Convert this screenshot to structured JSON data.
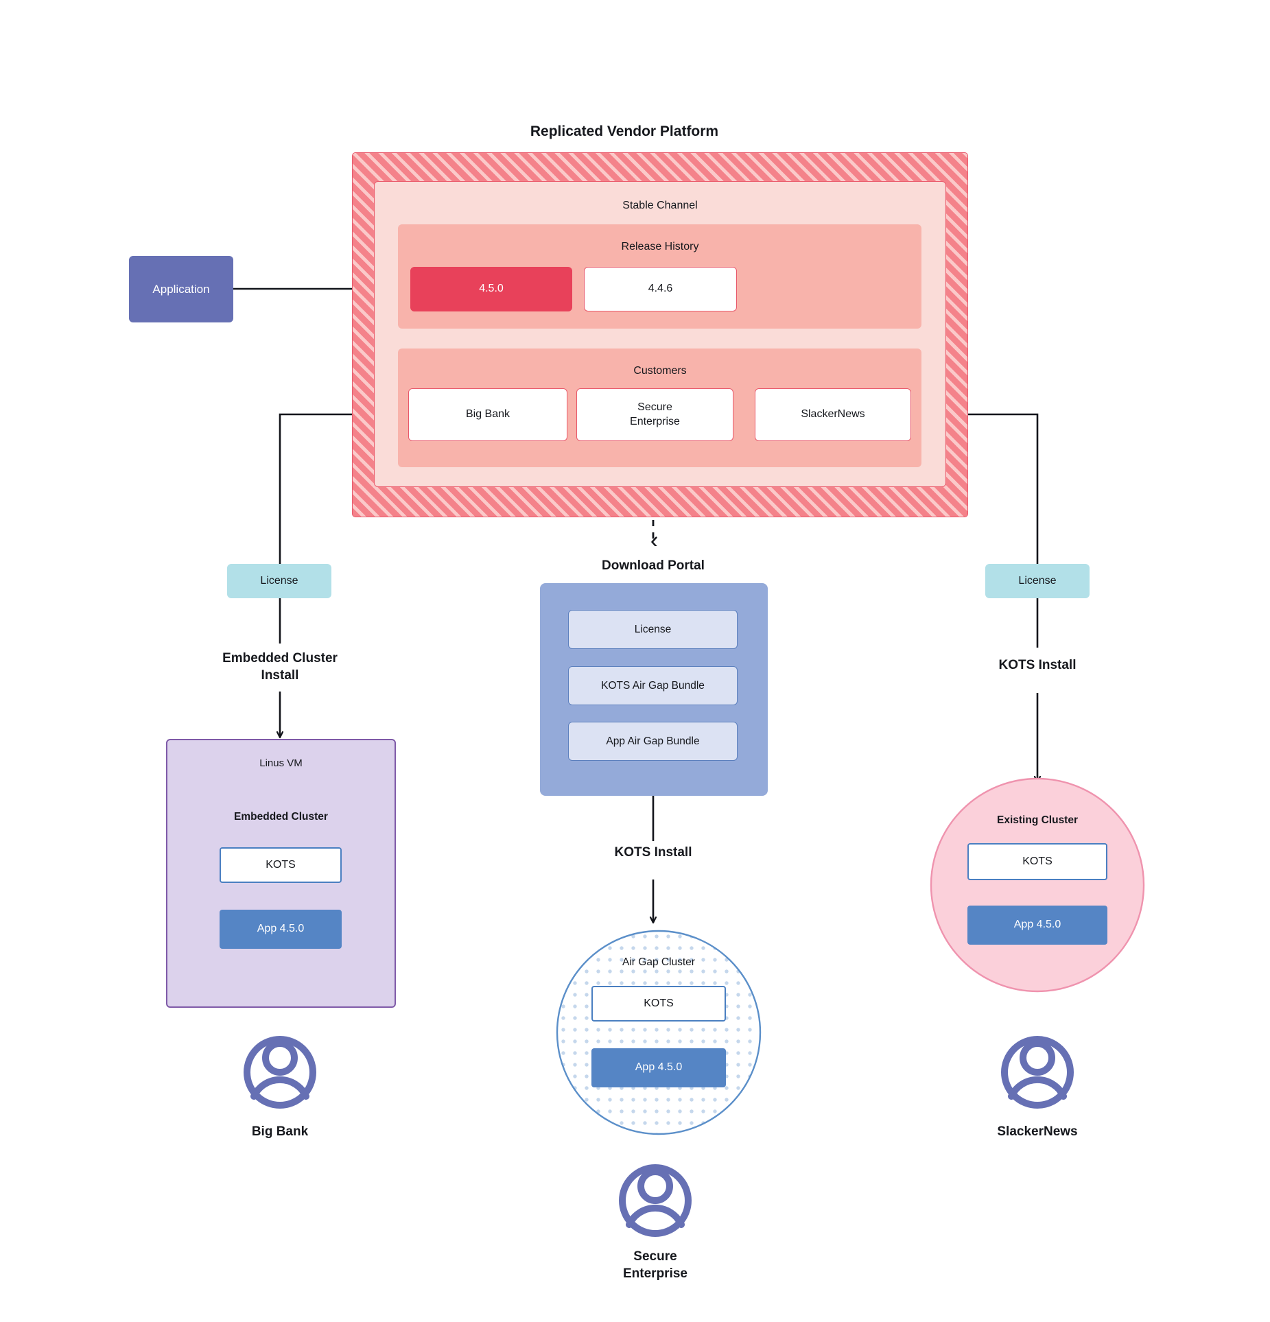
{
  "diagram": {
    "title": "Replicated Vendor Platform",
    "vendor_platform": {
      "title": "Replicated Vendor Platform",
      "channel": {
        "title": "Stable Channel",
        "release_history": {
          "title": "Release History",
          "releases": [
            {
              "version": "4.5.0",
              "state": "active"
            },
            {
              "version": "4.4.6",
              "state": "inactive"
            }
          ]
        },
        "customers": {
          "title": "Customers",
          "items": [
            {
              "name": "Big Bank"
            },
            {
              "name": "Secure\nEnterprise"
            },
            {
              "name": "SlackerNews"
            }
          ]
        }
      }
    },
    "application": {
      "label": "Application"
    },
    "left_flow": {
      "license_label": "License",
      "install_label": "Embedded Cluster\nInstall",
      "vm_title": "Linus VM",
      "cluster_title": "Embedded Cluster",
      "kots_label": "KOTS",
      "app_label": "App 4.5.0",
      "customer_label": "Big Bank",
      "avatar": "user-avatar-icon"
    },
    "center_flow": {
      "portal_title": "Download  Portal",
      "portal_items": [
        {
          "label": "License"
        },
        {
          "label": "KOTS Air Gap Bundle"
        },
        {
          "label": "App Air Gap Bundle"
        }
      ],
      "install_label": "KOTS Install",
      "cluster_title": "Air Gap Cluster",
      "kots_label": "KOTS",
      "app_label": "App 4.5.0",
      "customer_label": "Secure\nEnterprise",
      "avatar": "user-avatar-icon"
    },
    "right_flow": {
      "license_label": "License",
      "install_label": "KOTS Install",
      "cluster_title": "Existing Cluster",
      "kots_label": "KOTS",
      "app_label": "App 4.5.0",
      "customer_label": "SlackerNews",
      "avatar": "user-avatar-icon"
    },
    "colors": {
      "platform_hatch": "#f4828a",
      "platform_hatch_stripe": "#fbc9c9",
      "platform_border": "#e8596b",
      "channel_fill": "#fadcd8",
      "subpanel_fill": "#f8b3ab",
      "active_release": "#e8415a",
      "application": "#6670b4",
      "license": "#b2e0e8",
      "portal": "#94aad9",
      "portal_item": "#dce2f3",
      "vm_fill": "#dcd2ec",
      "vm_border": "#7f5aa8",
      "kots_border": "#4a7fc1",
      "app_fill": "#5585c5",
      "existing_cluster": "#fbd0da",
      "existing_cluster_border": "#ef93ae",
      "airgap_border": "#5b8fc9",
      "avatar": "#6670b4",
      "connector": "#12141a"
    }
  }
}
